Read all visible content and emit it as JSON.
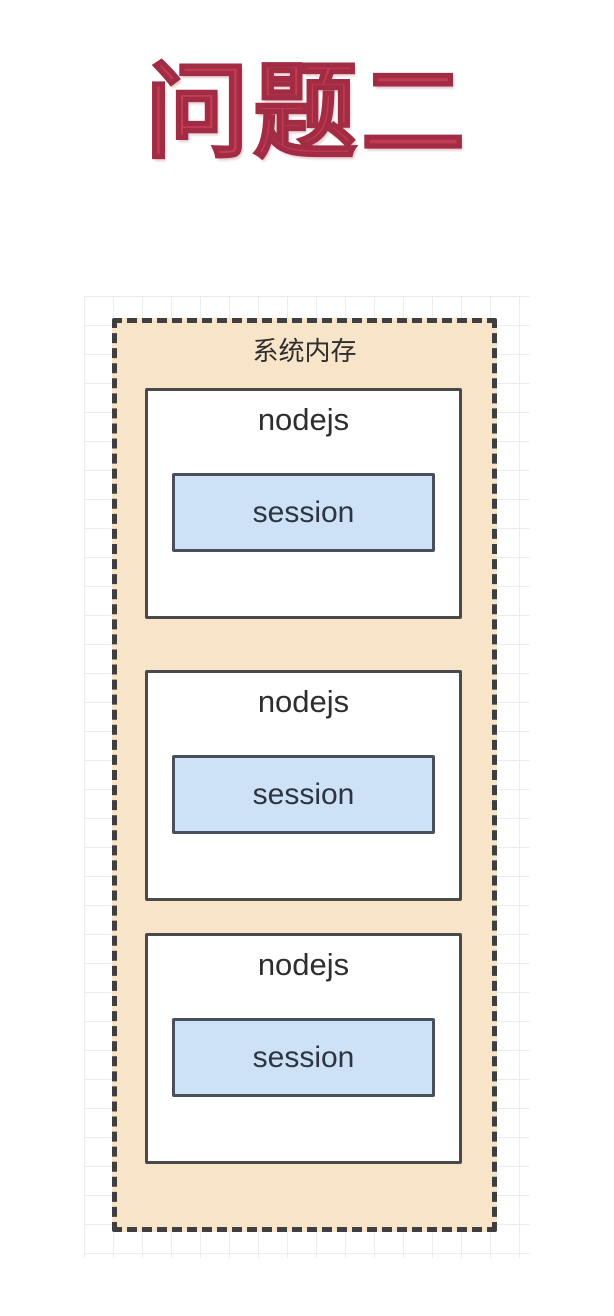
{
  "title": "问题二",
  "memory": {
    "label": "系统内存",
    "processes": [
      {
        "name": "nodejs",
        "session_label": "session"
      },
      {
        "name": "nodejs",
        "session_label": "session"
      },
      {
        "name": "nodejs",
        "session_label": "session"
      }
    ]
  },
  "colors": {
    "title_red": "#C33B54",
    "title_outline": "#A12C44",
    "container_fill": "#F8E4C8",
    "container_border": "#3F3F3F",
    "process_box_fill": "#FFFFFF",
    "process_box_border": "#4A4A4A",
    "session_fill": "#CDE2F7",
    "session_border": "#47505C",
    "text_dark": "#2E2E2E",
    "grid_line": "#EDEDED"
  }
}
